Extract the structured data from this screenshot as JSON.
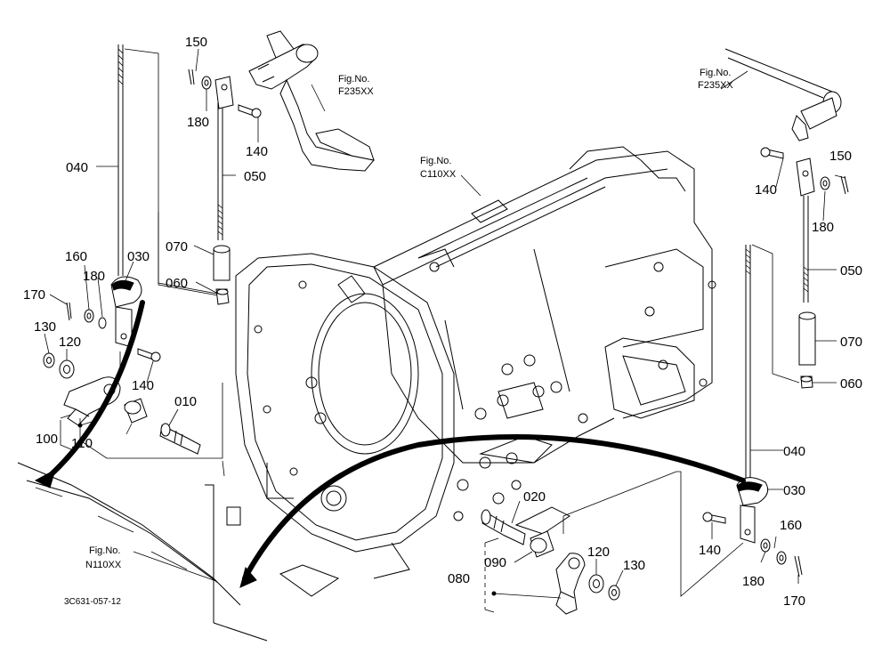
{
  "drawing_code": "3C631-057-12",
  "figure_refs": [
    {
      "id": "f235-left",
      "line1": "Fig.No.",
      "line2": "F235XX"
    },
    {
      "id": "f235-right",
      "line1": "Fig.No.",
      "line2": "F235XX"
    },
    {
      "id": "c110",
      "line1": "Fig.No.",
      "line2": "C110XX"
    },
    {
      "id": "n110",
      "line1": "Fig.No.",
      "line2": "N110XX"
    }
  ],
  "part_labels": [
    {
      "id": "l150",
      "text": "150"
    },
    {
      "id": "l180",
      "text": "180"
    },
    {
      "id": "l140",
      "text": "140"
    },
    {
      "id": "l050",
      "text": "050"
    },
    {
      "id": "l040",
      "text": "040"
    },
    {
      "id": "l070",
      "text": "070"
    },
    {
      "id": "l060",
      "text": "060"
    },
    {
      "id": "l160",
      "text": "160"
    },
    {
      "id": "l180b",
      "text": "180"
    },
    {
      "id": "l030",
      "text": "030"
    },
    {
      "id": "l170",
      "text": "170"
    },
    {
      "id": "l130",
      "text": "130"
    },
    {
      "id": "l120",
      "text": "120"
    },
    {
      "id": "l140b",
      "text": "140"
    },
    {
      "id": "l010",
      "text": "010"
    },
    {
      "id": "l100",
      "text": "100"
    },
    {
      "id": "l110",
      "text": "110"
    },
    {
      "id": "r140",
      "text": "140"
    },
    {
      "id": "r150",
      "text": "150"
    },
    {
      "id": "r180",
      "text": "180"
    },
    {
      "id": "r050",
      "text": "050"
    },
    {
      "id": "r070",
      "text": "070"
    },
    {
      "id": "r060",
      "text": "060"
    },
    {
      "id": "r040",
      "text": "040"
    },
    {
      "id": "r030",
      "text": "030"
    },
    {
      "id": "r020",
      "text": "020"
    },
    {
      "id": "r090",
      "text": "090"
    },
    {
      "id": "r120",
      "text": "120"
    },
    {
      "id": "r130",
      "text": "130"
    },
    {
      "id": "r080",
      "text": "080"
    },
    {
      "id": "r140b",
      "text": "140"
    },
    {
      "id": "r160",
      "text": "160"
    },
    {
      "id": "r180b",
      "text": "180"
    },
    {
      "id": "r170",
      "text": "170"
    }
  ]
}
